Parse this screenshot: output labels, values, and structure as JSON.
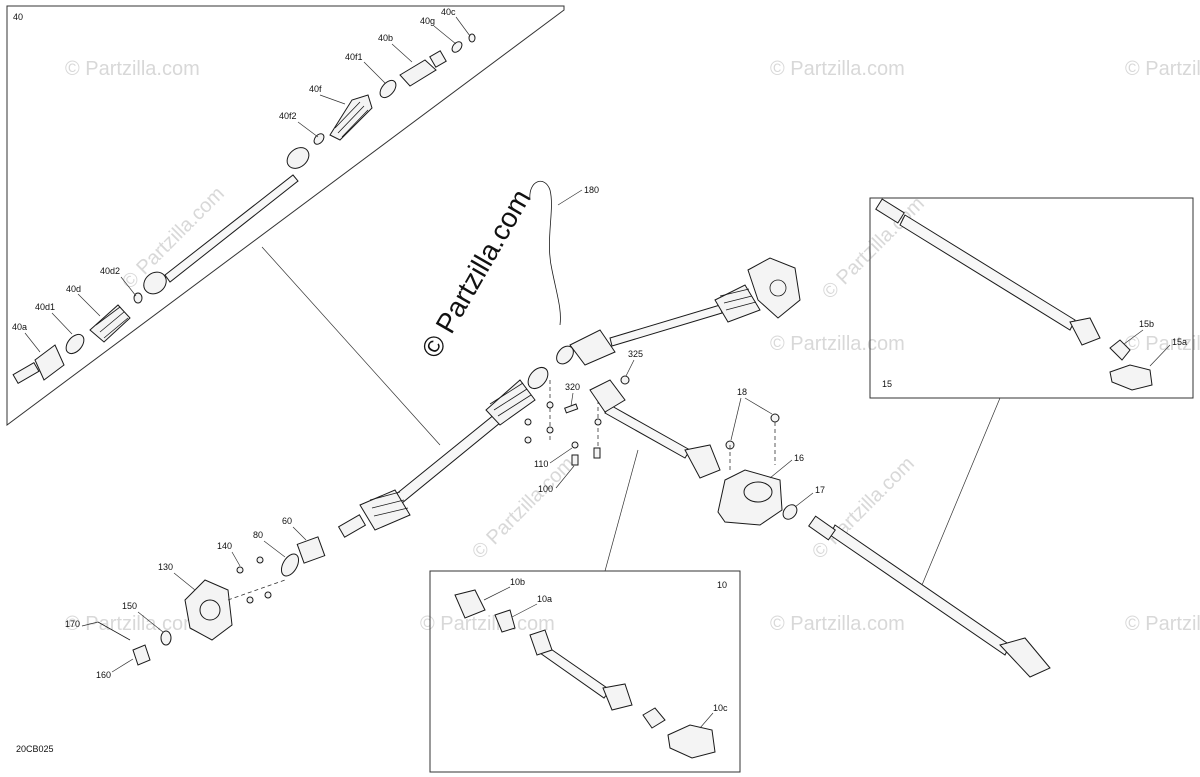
{
  "watermark": {
    "main_text": "© Partzilla.com",
    "repeat_text": "© Partzilla.com"
  },
  "diagram_code": "20CB025",
  "insets": {
    "top_left": {
      "id": "40"
    },
    "top_right": {
      "id": "15"
    },
    "bottom_center": {
      "id": "10"
    }
  },
  "callouts": {
    "c40c": "40c",
    "c40g": "40g",
    "c40b": "40b",
    "c40f1": "40f1",
    "c40f": "40f",
    "c40f2": "40f2",
    "c40d2": "40d2",
    "c40d": "40d",
    "c40d1": "40d1",
    "c40a": "40a",
    "c180": "180",
    "c325": "325",
    "c320": "320",
    "c110": "110",
    "c100": "100",
    "c18": "18",
    "c16": "16",
    "c17": "17",
    "c15b": "15b",
    "c15a": "15a",
    "c60": "60",
    "c80": "80",
    "c140": "140",
    "c130": "130",
    "c150": "150",
    "c170": "170",
    "c160": "160",
    "c10b": "10b",
    "c10a": "10a",
    "c10c": "10c"
  }
}
